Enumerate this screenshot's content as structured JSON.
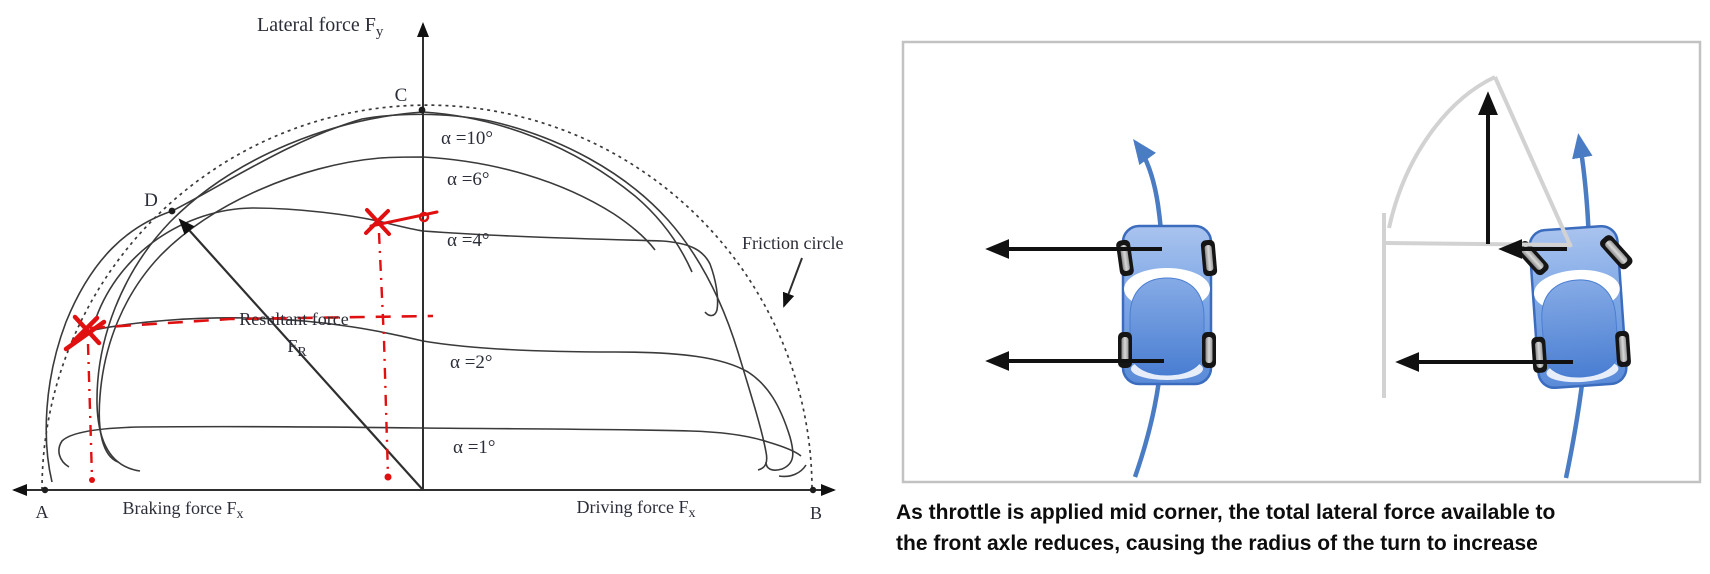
{
  "left_diagram": {
    "y_axis_label": {
      "text": "Lateral force F",
      "sub": "y"
    },
    "x_axis_left_label": {
      "text": "Braking force F",
      "sub": "x"
    },
    "x_axis_right_label": {
      "text": "Driving force F",
      "sub": "x"
    },
    "points": {
      "a": "A",
      "b": "B",
      "c": "C",
      "d": "D"
    },
    "slip_angle_labels": [
      "α =10°",
      "α =6°",
      "α =4°",
      "α =2°",
      "α =1°"
    ],
    "friction_circle_label": "Friction circle",
    "resultant_force_label": "Resultant force",
    "resultant_symbol": {
      "text": "F",
      "sub": "R"
    }
  },
  "right_panel": {
    "caption_line1": "As throttle is applied mid corner, the total lateral force available to",
    "caption_line2": "the front axle reduces, causing the radius of the turn to increase"
  },
  "colors": {
    "c-red": "#e01010",
    "c-blue": "#4a7cc4",
    "c-gray": "#d2d2d2",
    "c-ink": "#2b2d38",
    "c-box": "#c2c2c2"
  }
}
